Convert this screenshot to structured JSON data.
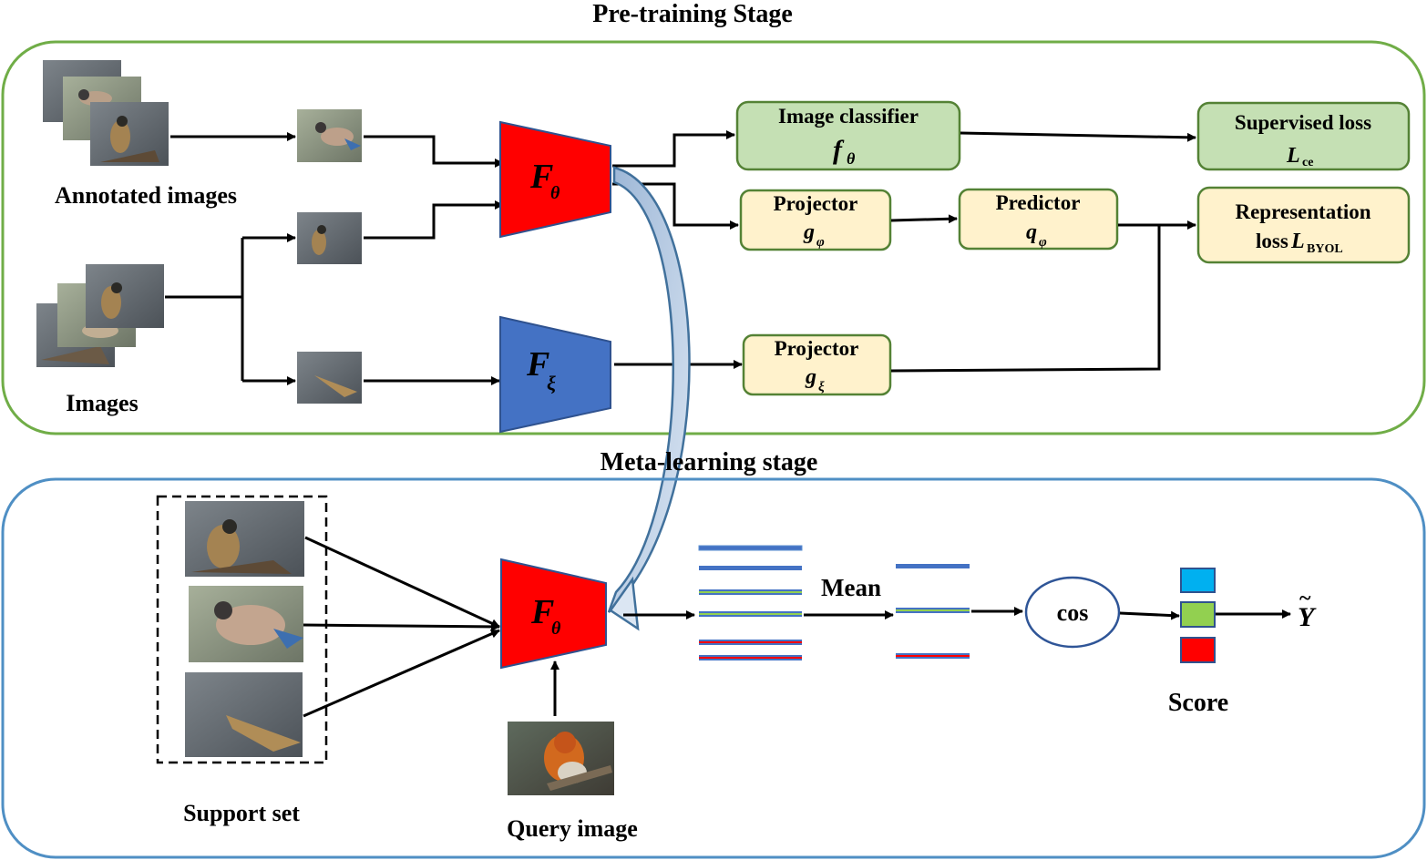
{
  "colors": {
    "pretrain_border": "#70ad47",
    "meta_border": "#4f8fc4",
    "encoder_red": "#ff0000",
    "encoder_blue": "#4472c4",
    "box_green": "#c5e0b4",
    "box_yellow": "#fff2cc",
    "score_blue": "#00b0f0",
    "score_green": "#92d050",
    "score_red": "#ff0000"
  },
  "pretrain": {
    "title": "Pre-training Stage",
    "annotated_label": "Annotated images",
    "images_label": "Images",
    "encoder_theta": {
      "symbol": "F",
      "subscript": "θ"
    },
    "encoder_xi": {
      "symbol": "F",
      "subscript": "ξ"
    },
    "image_classifier": {
      "title": "Image classifier",
      "symbol": "f",
      "subscript": "θ"
    },
    "projector_top": {
      "title": "Projector",
      "symbol": "g",
      "subscript": "φ"
    },
    "predictor": {
      "title": "Predictor",
      "symbol": "q",
      "subscript": "φ"
    },
    "projector_bottom": {
      "title": "Projector",
      "symbol": "g",
      "subscript": "ξ"
    },
    "supervised_loss": {
      "title": "Supervised loss",
      "symbol": "L",
      "subscript": "ce"
    },
    "representation_loss": {
      "line1": "Representation",
      "line2": "loss",
      "symbol": "L",
      "subscript": "BYOL"
    }
  },
  "meta": {
    "title": "Meta-learning stage",
    "encoder": {
      "symbol": "F",
      "subscript": "θ"
    },
    "mean_label": "Mean",
    "cos_label": "cos",
    "score_label": "Score",
    "output_symbol": "Y",
    "output_accent": "~",
    "support_label": "Support set",
    "query_label": "Query image"
  },
  "icons": [
    "bird-photo-icon",
    "robin-photo-icon",
    "feature-vector-icon",
    "score-square-icon"
  ]
}
